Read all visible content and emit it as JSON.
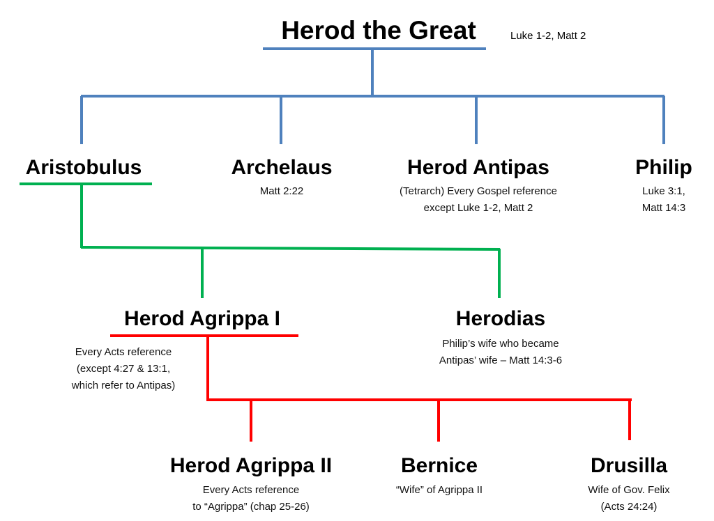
{
  "title": {
    "name": "Herod the Great",
    "refs": "Luke 1-2, Matt 2"
  },
  "colors": {
    "gen1": "#4F81BD",
    "gen2": "#00B050",
    "gen3": "#FF0000"
  },
  "generation2": [
    {
      "name": "Aristobulus",
      "notes": []
    },
    {
      "name": "Archelaus",
      "notes": [
        "Matt 2:22"
      ]
    },
    {
      "name": "Herod Antipas",
      "notes": [
        "(Tetrarch)  Every Gospel reference",
        "except Luke 1-2, Matt 2"
      ]
    },
    {
      "name": "Philip",
      "notes": [
        "Luke 3:1,",
        "Matt 14:3"
      ]
    }
  ],
  "generation3": [
    {
      "name": "Herod Agrippa I",
      "notes": [
        "Every Acts reference",
        "(except  4:27 & 13:1,",
        "which refer to Antipas)"
      ]
    },
    {
      "name": "Herodias",
      "notes": [
        "Philip’s wife who became",
        "Antipas’ wife – Matt 14:3-6"
      ]
    }
  ],
  "generation4": [
    {
      "name": "Herod Agrippa II",
      "notes": [
        "Every Acts reference",
        "to “Agrippa” (chap 25-26)"
      ]
    },
    {
      "name": "Bernice",
      "notes": [
        "“Wife” of Agrippa II"
      ]
    },
    {
      "name": "Drusilla",
      "notes": [
        "Wife of Gov. Felix",
        "(Acts 24:24)"
      ]
    }
  ]
}
